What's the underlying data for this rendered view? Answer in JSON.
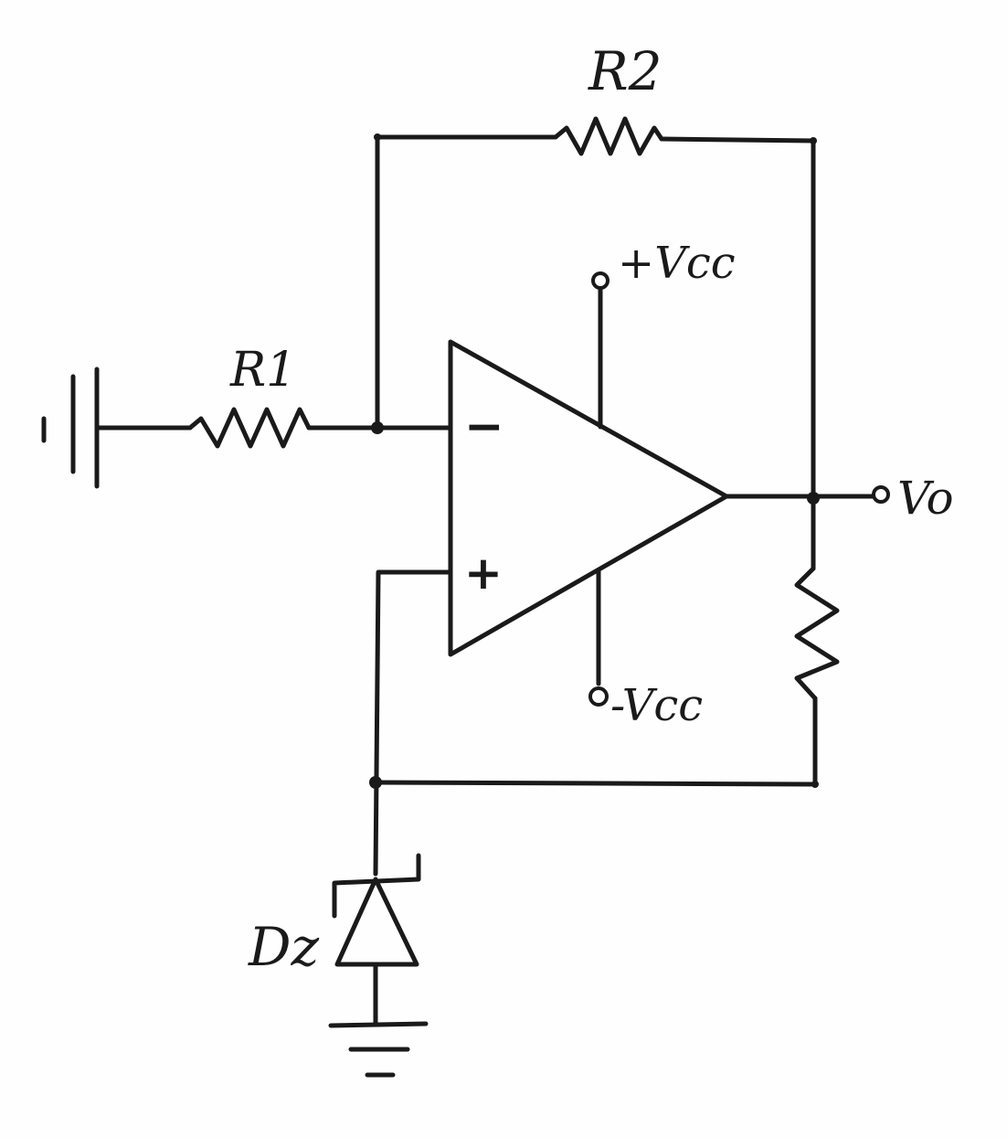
{
  "labels": {
    "r1": "R1",
    "r2": "R2",
    "vcc_pos": "+Vcc",
    "vcc_neg": "-Vcc",
    "vout": "Vo",
    "diode": "Dz",
    "inv_sign": "−",
    "noninv_sign": "+"
  },
  "colors": {
    "ink": "#1a1a1a",
    "paper": "#fefefe"
  },
  "icons": {
    "input_source": "battery-icon",
    "ground": "ground-icon",
    "zener": "zener-diode-icon"
  }
}
